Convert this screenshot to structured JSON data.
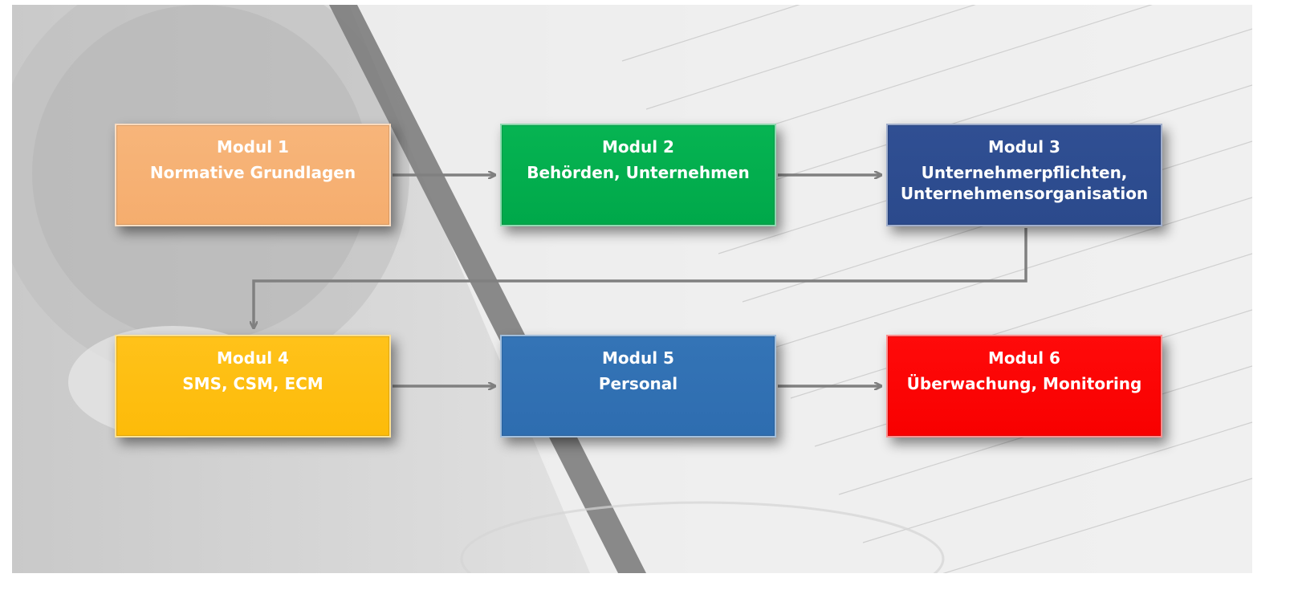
{
  "modules": [
    {
      "title": "Modul 1",
      "subtitle": "Normative Grundlagen",
      "color": "#f5ad6e"
    },
    {
      "title": "Modul 2",
      "subtitle": "Behörden, Unternehmen",
      "color": "#00a84a"
    },
    {
      "title": "Modul 3",
      "subtitle": "Unternehmerpflichten,\nUnternehmensorganisation",
      "color": "#2b4a8c"
    },
    {
      "title": "Modul 4",
      "subtitle": "SMS, CSM, ECM",
      "color": "#fdbb09"
    },
    {
      "title": "Modul 5",
      "subtitle": "Personal",
      "color": "#2e6db0"
    },
    {
      "title": "Modul 6",
      "subtitle": "Überwachung, Monitoring",
      "color": "#f80000"
    }
  ],
  "flow": [
    {
      "from": "Modul 1",
      "to": "Modul 2"
    },
    {
      "from": "Modul 2",
      "to": "Modul 3"
    },
    {
      "from": "Modul 3",
      "to": "Modul 4"
    },
    {
      "from": "Modul 4",
      "to": "Modul 5"
    },
    {
      "from": "Modul 5",
      "to": "Modul 6"
    }
  ],
  "connector_color": "#808080"
}
